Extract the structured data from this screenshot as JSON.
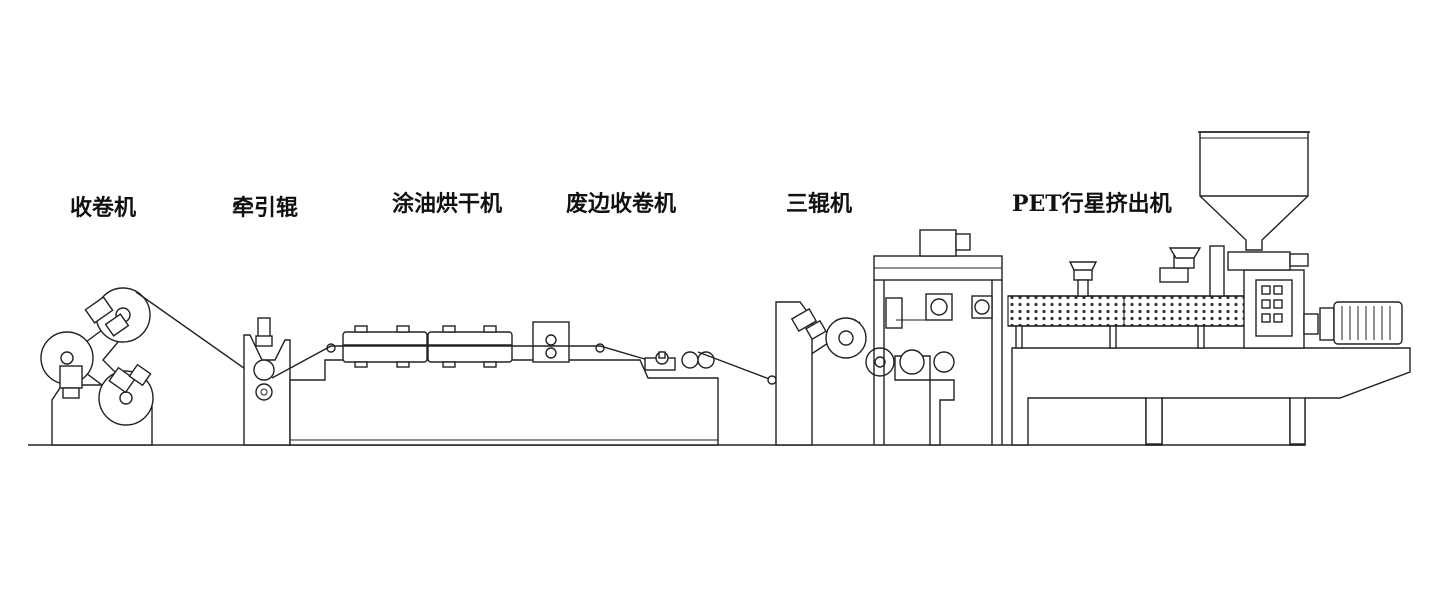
{
  "diagram": {
    "labels": {
      "winder": "收卷机",
      "haul_off": "牵引辊",
      "coating_dryer": "涂油烘干机",
      "edge_winder": "废边收卷机",
      "three_roll": "三辊机",
      "extruder": "PET行星挤出机"
    },
    "colors": {
      "stroke": "#222222",
      "background": "#ffffff",
      "fill_light": "#bbbbbb"
    }
  }
}
